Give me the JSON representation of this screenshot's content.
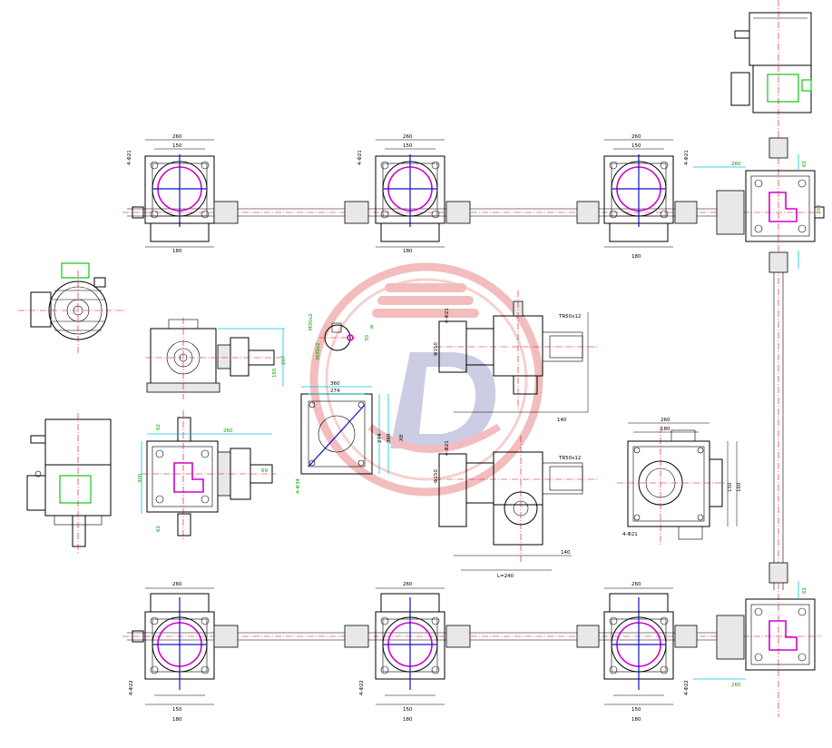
{
  "drawing": {
    "gearbox_top": {
      "dim_overall": "260",
      "dim_inner": "150",
      "dim_base": "180",
      "hole_note": "4-Φ21"
    },
    "gearbox_bottom": {
      "dim_overall": "260",
      "dim_inner": "150",
      "dim_base": "180",
      "hole_note": "4-Φ22"
    },
    "right_gearbox": {
      "dim_width": "260",
      "dim_side": "62",
      "dim_height": "300"
    },
    "side_view": {
      "dim_height": "207",
      "dim_shaft": "165"
    },
    "left_gearbox": {
      "dim_width": "260",
      "dim_a": "62",
      "dim_b": "62",
      "dim_c": "300",
      "dim_d": "69"
    },
    "flange": {
      "dim_top": "360",
      "dim_inner": "274",
      "dim_side_a": "274",
      "dim_side_b": "360",
      "hole_note": "4-Φ34",
      "dim_x": "X8"
    },
    "key_detail": {
      "dim_a": "M30x2",
      "dim_b": "M30x2",
      "dim_key": "8",
      "dim_slot": "30"
    },
    "screw_jack_upper": {
      "dim_dia": "Φ150",
      "dim_hole": "4-Φ21",
      "dim_stroke": "140",
      "dim_thread": "TR50x12"
    },
    "screw_jack_lower": {
      "dim_dia": "Φ150",
      "dim_hole": "4-Φ21",
      "dim_len": "140",
      "dim_total": "L=240",
      "dim_thread": "TR50x12"
    },
    "right_front_view": {
      "dim_top": "260",
      "dim_inner": "180",
      "dim_a": "150",
      "dim_b": "160",
      "dim_hole": "4-Φ21"
    }
  }
}
